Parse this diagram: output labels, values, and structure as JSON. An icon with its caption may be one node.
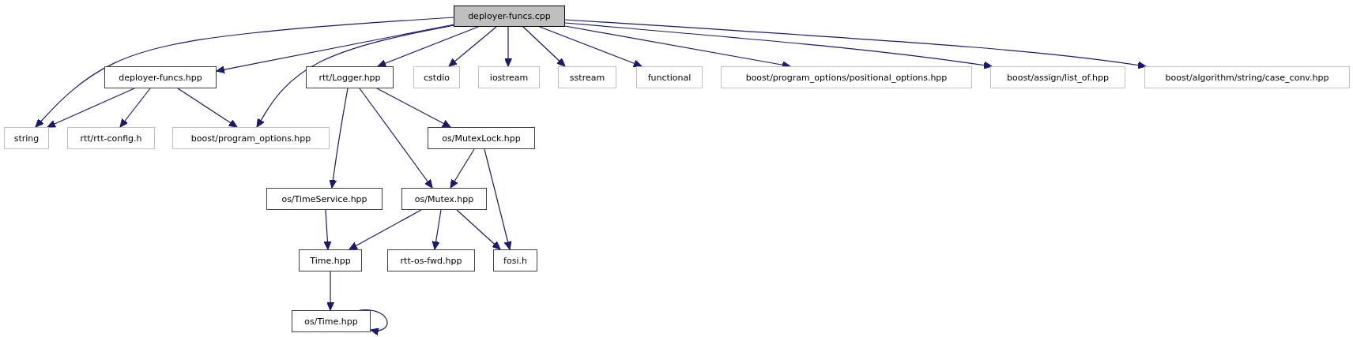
{
  "diagram": {
    "nodes": [
      {
        "text": [
          "deployer-funcs.cpp"
        ]
      },
      {
        "text": [
          "deployer-funcs.hpp"
        ]
      },
      {
        "text": [
          "rtt/Logger.hpp"
        ]
      },
      {
        "text": [
          "cstdio"
        ]
      },
      {
        "text": [
          "iostream"
        ]
      },
      {
        "text": [
          "sstream"
        ]
      },
      {
        "text": [
          "functional"
        ]
      },
      {
        "text": [
          "boost/program_options/positional_options.hpp"
        ]
      },
      {
        "text": [
          "boost/assign/list_of.hpp"
        ]
      },
      {
        "text": [
          "boost/algorithm/string/case_conv.hpp"
        ]
      },
      {
        "text": [
          "string"
        ]
      },
      {
        "text": [
          "rtt/rtt-config.h"
        ]
      },
      {
        "text": [
          "boost/program_options.hpp"
        ]
      },
      {
        "text": [
          "os/MutexLock.hpp"
        ]
      },
      {
        "text": [
          "os/TimeService.hpp"
        ]
      },
      {
        "text": [
          "os/Mutex.hpp"
        ]
      },
      {
        "text": [
          "Time.hpp"
        ]
      },
      {
        "text": [
          "rtt-os-fwd.hpp"
        ]
      },
      {
        "text": [
          "fosi.h"
        ]
      },
      {
        "text": [
          "os/Time.hpp"
        ]
      }
    ],
    "edges": [
      {
        "from": 0,
        "to": 10,
        "arrow": "to"
      },
      {
        "from": 0,
        "to": 1,
        "arrow": "to"
      },
      {
        "from": 0,
        "to": 12,
        "arrow": "to"
      },
      {
        "from": 0,
        "to": 2,
        "arrow": "to"
      },
      {
        "from": 0,
        "to": 3,
        "arrow": "to"
      },
      {
        "from": 0,
        "to": 4,
        "arrow": "to"
      },
      {
        "from": 0,
        "to": 5,
        "arrow": "to"
      },
      {
        "from": 0,
        "to": 6,
        "arrow": "to"
      },
      {
        "from": 0,
        "to": 7,
        "arrow": "to"
      },
      {
        "from": 0,
        "to": 8,
        "arrow": "to"
      },
      {
        "from": 0,
        "to": 9,
        "arrow": "to"
      },
      {
        "from": 1,
        "to": 10,
        "arrow": "to"
      },
      {
        "from": 1,
        "to": 11,
        "arrow": "to"
      },
      {
        "from": 1,
        "to": 12,
        "arrow": "to"
      },
      {
        "from": 2,
        "to": 14,
        "arrow": "to"
      },
      {
        "from": 2,
        "to": 15,
        "arrow": "to"
      },
      {
        "from": 2,
        "to": 13,
        "arrow": "to"
      },
      {
        "from": 13,
        "to": 15,
        "arrow": "to"
      },
      {
        "from": 13,
        "to": 18,
        "arrow": "to"
      },
      {
        "from": 15,
        "to": 16,
        "arrow": "to"
      },
      {
        "from": 15,
        "to": 17,
        "arrow": "to"
      },
      {
        "from": 15,
        "to": 18,
        "arrow": "to"
      },
      {
        "from": 14,
        "to": 16,
        "arrow": "to"
      },
      {
        "from": 16,
        "to": 19,
        "arrow": "to"
      },
      {
        "from": 19,
        "to": 19,
        "arrow": "to"
      }
    ]
  }
}
